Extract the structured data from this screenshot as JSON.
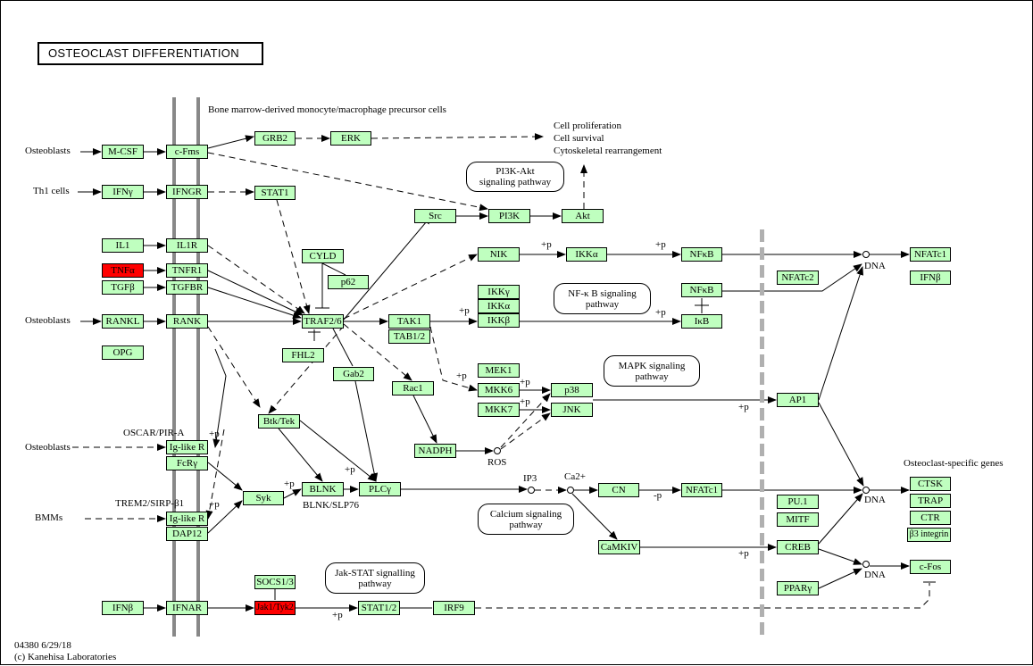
{
  "title": "OSTEOCLAST DIFFERENTIATION",
  "footer": {
    "id_date": "04380 6/29/18",
    "copyright": "(c) Kanehisa Laboratories"
  },
  "header_label": "Bone marrow-derived monocyte/macrophage precursor cells",
  "colors": {
    "gene": "#bfffbf",
    "highlight": "#ff0000",
    "membrane": "#888888",
    "nucleus": "#b0b0b0"
  },
  "genes": [
    {
      "id": "mcsf",
      "label": "M-CSF"
    },
    {
      "id": "cfms",
      "label": "c-Fms"
    },
    {
      "id": "grb2",
      "label": "GRB2"
    },
    {
      "id": "erk",
      "label": "ERK"
    },
    {
      "id": "ifng",
      "label": "IFNγ"
    },
    {
      "id": "ifngr",
      "label": "IFNGR"
    },
    {
      "id": "stat1a",
      "label": "STAT1"
    },
    {
      "id": "src",
      "label": "Src"
    },
    {
      "id": "pi3k",
      "label": "PI3K"
    },
    {
      "id": "akt",
      "label": "Akt"
    },
    {
      "id": "il1",
      "label": "IL1"
    },
    {
      "id": "il1r",
      "label": "IL1R"
    },
    {
      "id": "tnfa",
      "label": "TNFα",
      "highlight": true
    },
    {
      "id": "tnfr1",
      "label": "TNFR1"
    },
    {
      "id": "tgfb",
      "label": "TGFβ"
    },
    {
      "id": "tgfbr",
      "label": "TGFBR"
    },
    {
      "id": "cyld",
      "label": "CYLD"
    },
    {
      "id": "p62",
      "label": "p62"
    },
    {
      "id": "nik",
      "label": "NIK"
    },
    {
      "id": "ikka1",
      "label": "IKKα"
    },
    {
      "id": "nfkb1",
      "label": "NFκB"
    },
    {
      "id": "nfatc1a",
      "label": "NFATc1"
    },
    {
      "id": "nfatc2",
      "label": "NFATc2"
    },
    {
      "id": "ifnb2",
      "label": "IFNβ"
    },
    {
      "id": "ikky",
      "label": "IKKγ"
    },
    {
      "id": "ikka2",
      "label": "IKKα"
    },
    {
      "id": "ikkb",
      "label": "IKKβ"
    },
    {
      "id": "nfkb2",
      "label": "NFκB"
    },
    {
      "id": "ikb",
      "label": "IκB"
    },
    {
      "id": "rankl",
      "label": "RANKL"
    },
    {
      "id": "rank",
      "label": "RANK"
    },
    {
      "id": "traf26",
      "label": "TRAF2/6"
    },
    {
      "id": "tak1",
      "label": "TAK1"
    },
    {
      "id": "tab12",
      "label": "TAB1/2"
    },
    {
      "id": "opg",
      "label": "OPG"
    },
    {
      "id": "fhl2",
      "label": "FHL2"
    },
    {
      "id": "gab2",
      "label": "Gab2"
    },
    {
      "id": "rac1",
      "label": "Rac1"
    },
    {
      "id": "mek1",
      "label": "MEK1"
    },
    {
      "id": "mkk6",
      "label": "MKK6"
    },
    {
      "id": "mkk7",
      "label": "MKK7"
    },
    {
      "id": "p38",
      "label": "p38"
    },
    {
      "id": "jnk",
      "label": "JNK"
    },
    {
      "id": "ap1",
      "label": "AP1"
    },
    {
      "id": "btk",
      "label": "Btk/Tek"
    },
    {
      "id": "nadph",
      "label": "NADPH"
    },
    {
      "id": "iglr1",
      "label": "Ig-like R"
    },
    {
      "id": "fcry",
      "label": "FcRγ"
    },
    {
      "id": "syk",
      "label": "Syk"
    },
    {
      "id": "blnk",
      "label": "BLNK"
    },
    {
      "id": "plcy",
      "label": "PLCγ"
    },
    {
      "id": "cn",
      "label": "CN"
    },
    {
      "id": "nfatc1b",
      "label": "NFATc1"
    },
    {
      "id": "iglr2",
      "label": "Ig-like R"
    },
    {
      "id": "dap12",
      "label": "DAP12"
    },
    {
      "id": "pu1",
      "label": "PU.1"
    },
    {
      "id": "mitf",
      "label": "MITF"
    },
    {
      "id": "creb",
      "label": "CREB"
    },
    {
      "id": "camkiv",
      "label": "CaMKIV"
    },
    {
      "id": "ppary",
      "label": "PPARγ"
    },
    {
      "id": "ctsk",
      "label": "CTSK"
    },
    {
      "id": "trap",
      "label": "TRAP"
    },
    {
      "id": "ctr",
      "label": "CTR"
    },
    {
      "id": "b3int",
      "label": "β3 integrin"
    },
    {
      "id": "cfos",
      "label": "c-Fos"
    },
    {
      "id": "ifnb1",
      "label": "IFNβ"
    },
    {
      "id": "ifnar",
      "label": "IFNAR"
    },
    {
      "id": "socs",
      "label": "SOCS1/3"
    },
    {
      "id": "jak",
      "label": "Jak1/Tyk2",
      "highlight": true
    },
    {
      "id": "stat12",
      "label": "STAT1/2"
    },
    {
      "id": "irf9",
      "label": "IRF9"
    }
  ],
  "pathways": [
    {
      "id": "pi3kakt",
      "label": "PI3K-Akt\nsignaling pathway"
    },
    {
      "id": "nfkbpath",
      "label": "NF-κ B signaling\npathway"
    },
    {
      "id": "mapk",
      "label": "MAPK signaling\npathway"
    },
    {
      "id": "calcium",
      "label": "Calcium signaling\npathway"
    },
    {
      "id": "jakstat",
      "label": "Jak-STAT signalling\npathway"
    }
  ],
  "labels": [
    {
      "id": "osteoblasts1",
      "text": "Osteoblasts"
    },
    {
      "id": "th1",
      "text": "Th1 cells"
    },
    {
      "id": "osteoblasts2",
      "text": "Osteoblasts"
    },
    {
      "id": "osteoblasts3",
      "text": "Osteoblasts"
    },
    {
      "id": "oscar",
      "text": "OSCAR/PIR-A"
    },
    {
      "id": "trem2",
      "text": "TREM2/SIRP-β1"
    },
    {
      "id": "bmms",
      "text": "BMMs"
    },
    {
      "id": "cellprolif",
      "text": "Cell proliferation\nCell survival\nCytoskeletal rearrangement"
    },
    {
      "id": "ros",
      "text": "ROS"
    },
    {
      "id": "ip3",
      "text": "IP3"
    },
    {
      "id": "ca2",
      "text": "Ca2+"
    },
    {
      "id": "blnkslp",
      "text": "BLNK/SLP76"
    },
    {
      "id": "oscgenes",
      "text": "Osteoclast-specific genes"
    },
    {
      "id": "dna1",
      "text": "DNA"
    },
    {
      "id": "dna2",
      "text": "DNA"
    },
    {
      "id": "dna3",
      "text": "DNA"
    },
    {
      "id": "p1",
      "text": "+p"
    },
    {
      "id": "p2",
      "text": "+p"
    },
    {
      "id": "p3",
      "text": "+p"
    },
    {
      "id": "p4",
      "text": "+p"
    },
    {
      "id": "p5",
      "text": "+p"
    },
    {
      "id": "p6",
      "text": "+p"
    },
    {
      "id": "p7",
      "text": "+p"
    },
    {
      "id": "p8",
      "text": "+p"
    },
    {
      "id": "p9",
      "text": "+p"
    },
    {
      "id": "p10",
      "text": "+p"
    },
    {
      "id": "p11",
      "text": "+p"
    },
    {
      "id": "p12",
      "text": "+p"
    },
    {
      "id": "p13",
      "text": "+p"
    },
    {
      "id": "p14",
      "text": "+p"
    },
    {
      "id": "p15",
      "text": "+p"
    },
    {
      "id": "mp1",
      "text": "-p"
    }
  ]
}
